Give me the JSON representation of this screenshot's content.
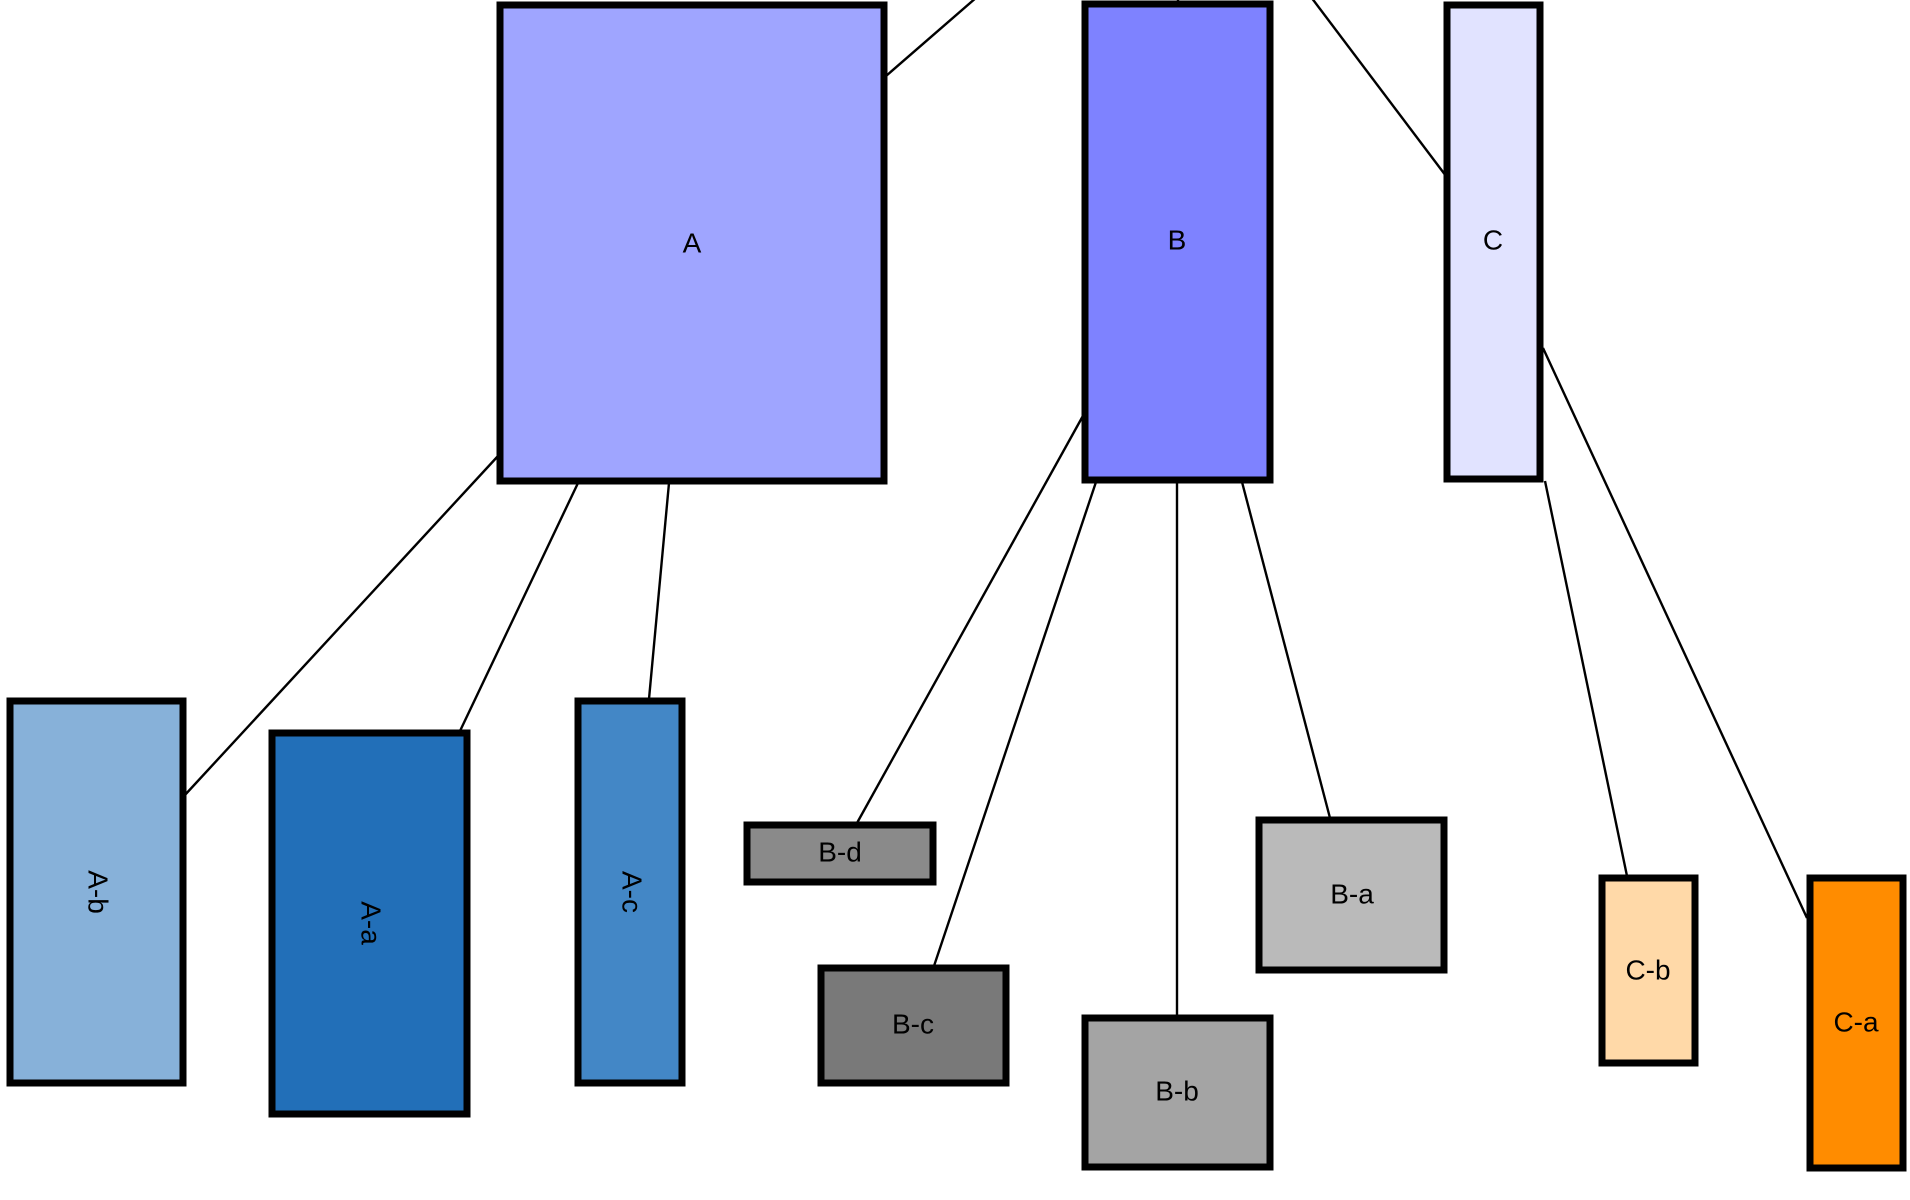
{
  "diagram": {
    "nodes": {
      "A": {
        "label": "A",
        "color": "#9fa5ff"
      },
      "B": {
        "label": "B",
        "color": "#7e82ff"
      },
      "C": {
        "label": "C",
        "color": "#e1e3ff"
      },
      "A-b": {
        "label": "A-b",
        "color": "#87b1d9"
      },
      "A-a": {
        "label": "A-a",
        "color": "#226fb8"
      },
      "A-c": {
        "label": "A-c",
        "color": "#4387c6"
      },
      "B-d": {
        "label": "B-d",
        "color": "#8a8a8a"
      },
      "B-c": {
        "label": "B-c",
        "color": "#797979"
      },
      "B-b": {
        "label": "B-b",
        "color": "#a4a4a4"
      },
      "B-a": {
        "label": "B-a",
        "color": "#bababa"
      },
      "C-b": {
        "label": "C-b",
        "color": "#ffd9a8"
      },
      "C-a": {
        "label": "C-a",
        "color": "#ff8c00"
      }
    },
    "edges": [
      [
        "A",
        "A-b"
      ],
      [
        "A",
        "A-a"
      ],
      [
        "A",
        "A-c"
      ],
      [
        "B",
        "B-d"
      ],
      [
        "B",
        "B-c"
      ],
      [
        "B",
        "B-b"
      ],
      [
        "B",
        "B-a"
      ],
      [
        "C",
        "C-b"
      ],
      [
        "C",
        "C-a"
      ]
    ]
  }
}
